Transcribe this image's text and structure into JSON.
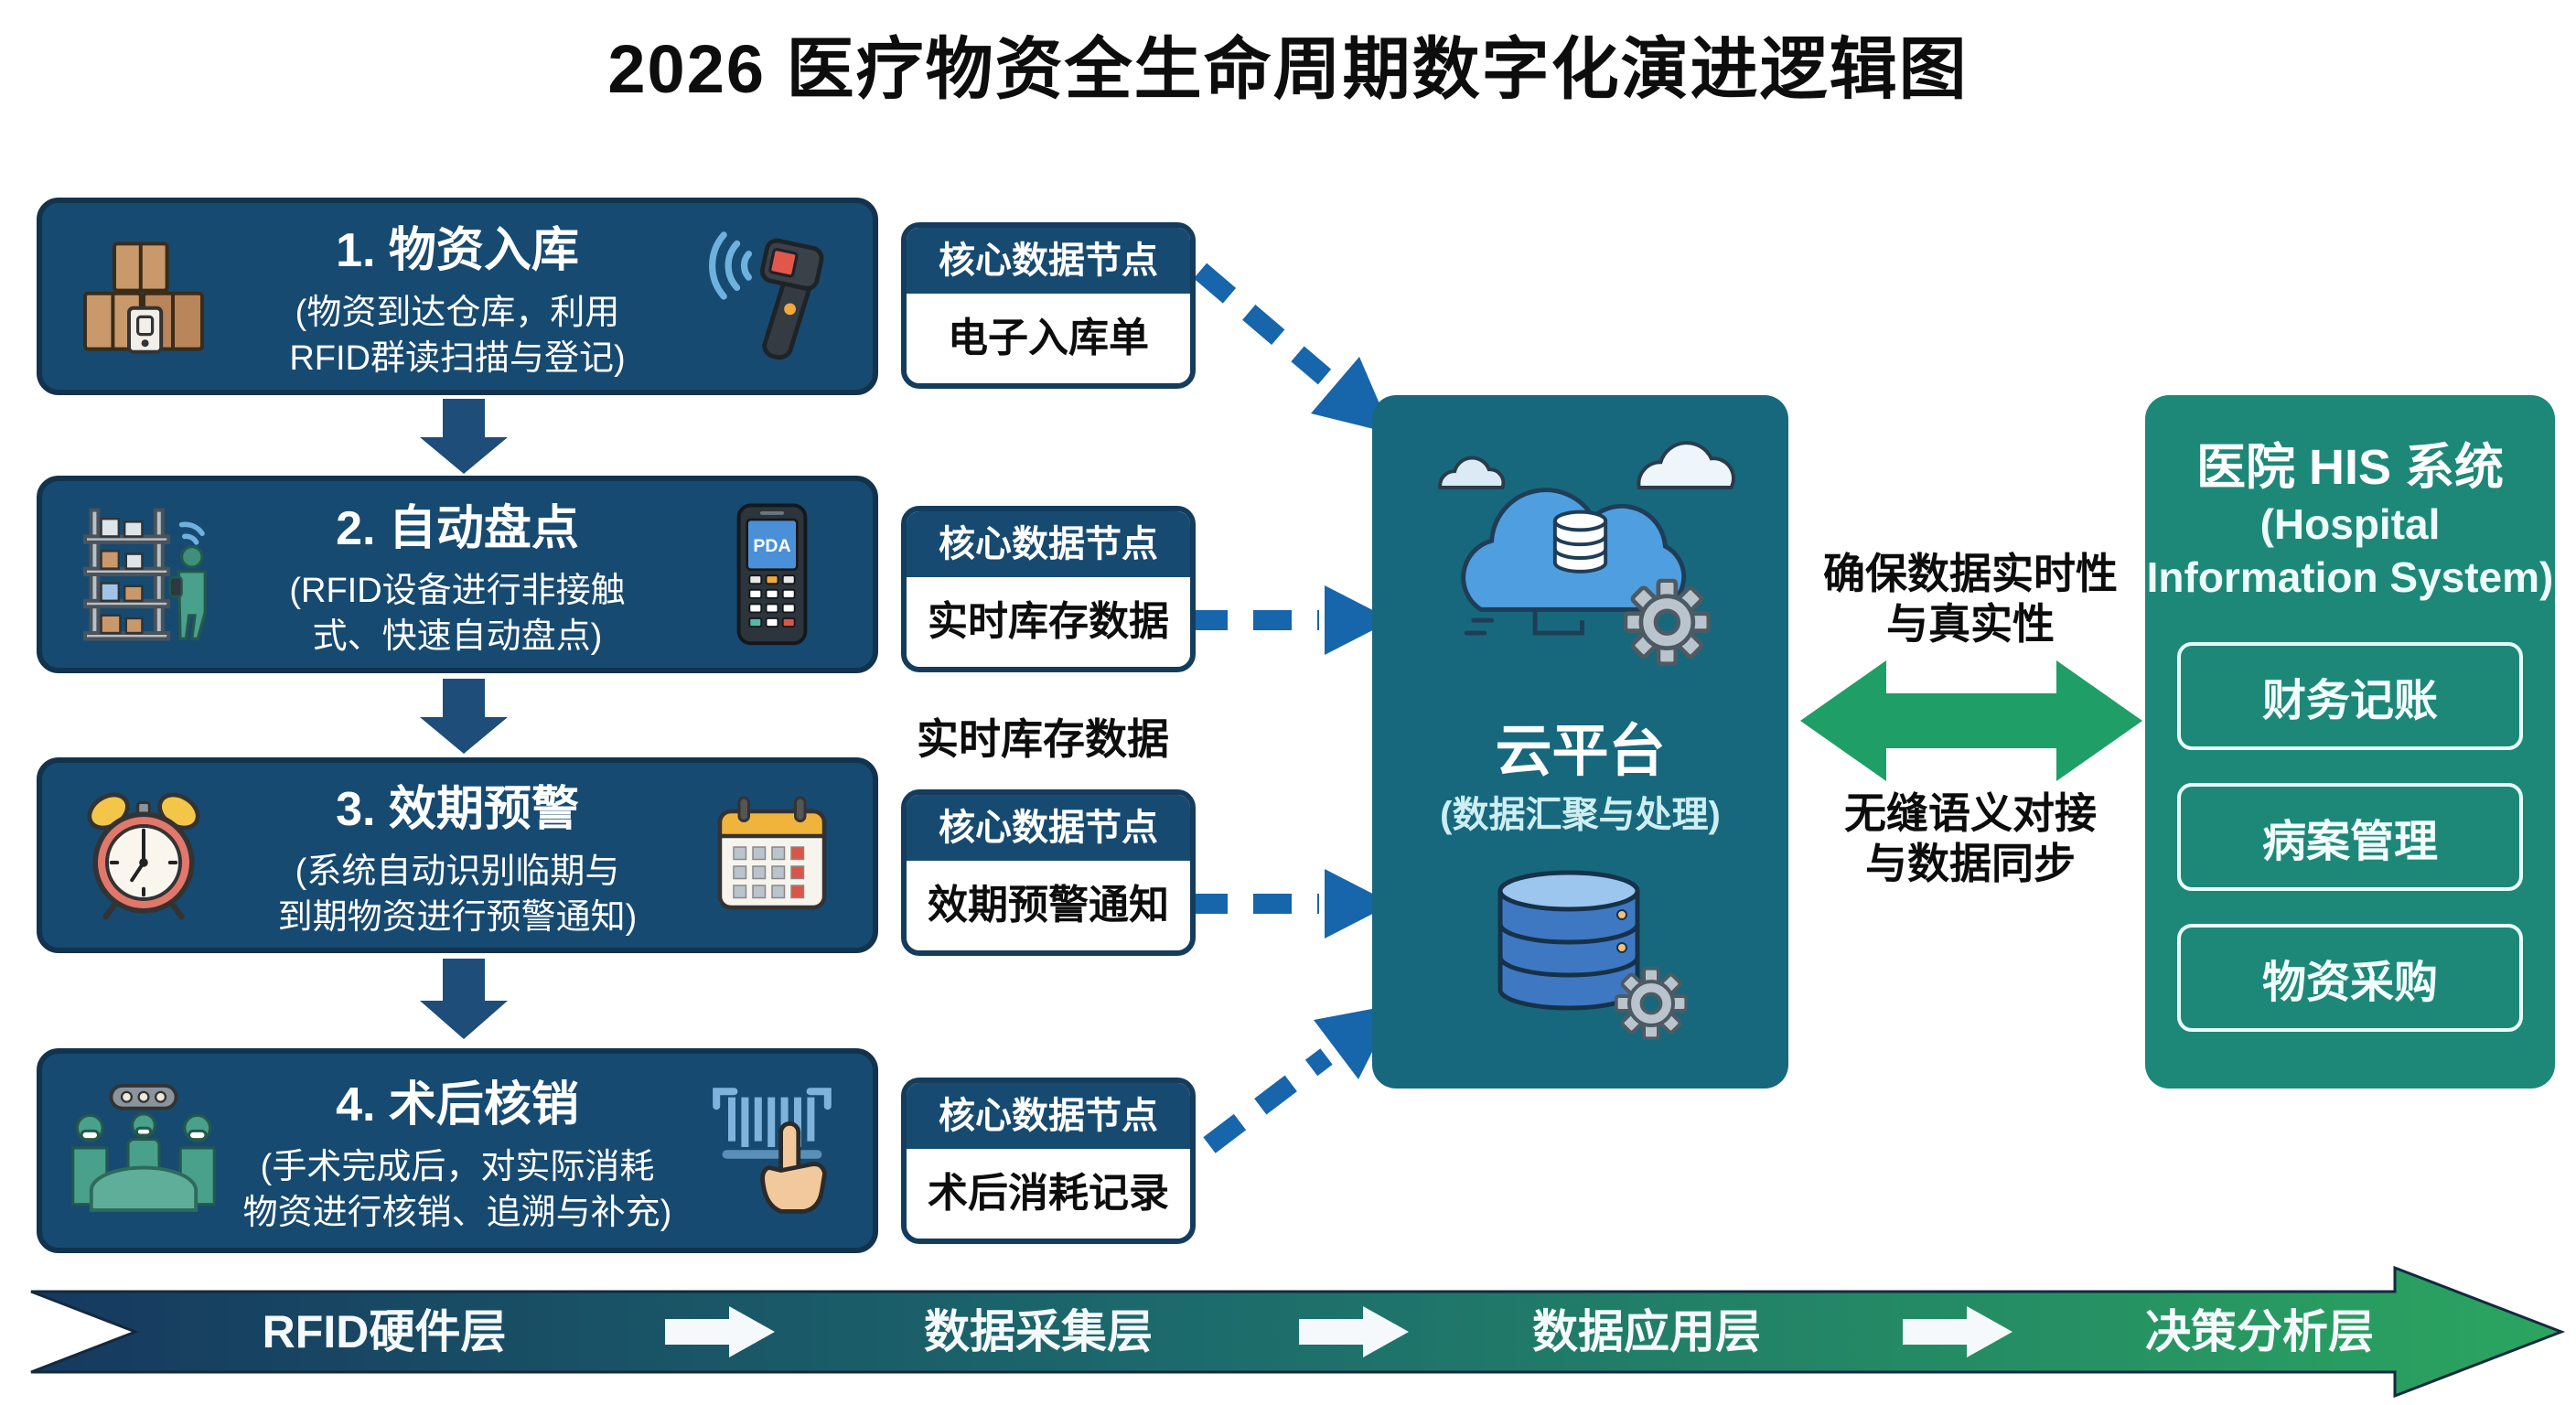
{
  "title": "2026 医疗物资全生命周期数字化演进逻辑图",
  "process_steps": [
    {
      "title": "1. 物资入库",
      "desc1": "(物资到达仓库，利用",
      "desc2": "RFID群读扫描与登记)"
    },
    {
      "title": "2. 自动盘点",
      "desc1": "(RFID设备进行非接触",
      "desc2": "式、快速自动盘点)"
    },
    {
      "title": "3. 效期预警",
      "desc1": "(系统自动识别临期与",
      "desc2": "到期物资进行预警通知)"
    },
    {
      "title": "4. 术后核销",
      "desc1": "(手术完成后，对实际消耗",
      "desc2": "物资进行核销、追溯与补充)"
    }
  ],
  "data_nodes": [
    {
      "header": "核心数据节点",
      "value": "电子入库单"
    },
    {
      "header": "核心数据节点",
      "value": "实时库存数据"
    },
    {
      "header": "核心数据节点",
      "value": "效期预警通知"
    },
    {
      "header": "核心数据节点",
      "value": "术后消耗记录"
    }
  ],
  "floating_label": "实时库存数据",
  "cloud_platform": {
    "title": "云平台",
    "subtitle": "(数据汇聚与处理)"
  },
  "sync_arrow": {
    "top_line1": "确保数据实时性",
    "top_line2": "与真实性",
    "bottom_line1": "无缝语义对接",
    "bottom_line2": "与数据同步"
  },
  "his_system": {
    "title": "医院 HIS 系统",
    "subtitle_line1": "(Hospital",
    "subtitle_line2": "Information System)",
    "modules": [
      "财务记账",
      "病案管理",
      "物资采购"
    ]
  },
  "bottom_layers": [
    "RFID硬件层",
    "数据采集层",
    "数据应用层",
    "决策分析层"
  ],
  "icons": {
    "pda_label": "PDA",
    "step1_left": "cardboard-boxes-icon",
    "step1_right": "barcode-scanner-icon",
    "step2_left": "warehouse-shelf-icon",
    "step2_right": "pda-device-icon",
    "step3_left": "alarm-clock-icon",
    "step3_right": "calendar-icon",
    "step4_left": "surgery-team-icon",
    "step4_right": "scan-hand-icon",
    "cloud": "cloud-computing-icon",
    "database": "database-icon"
  },
  "colors": {
    "step_box": "#174a70",
    "node_header": "#174a70",
    "cloud_box": "#17687d",
    "his_box": "#1e8878",
    "dashed_arrow": "#1765ab",
    "down_arrow": "#1d4d78",
    "sync_arrow_green": "#1f9e67",
    "ribbon_start": "#16395f",
    "ribbon_mid": "#1c6a6c",
    "ribbon_end": "#2ba55f"
  }
}
